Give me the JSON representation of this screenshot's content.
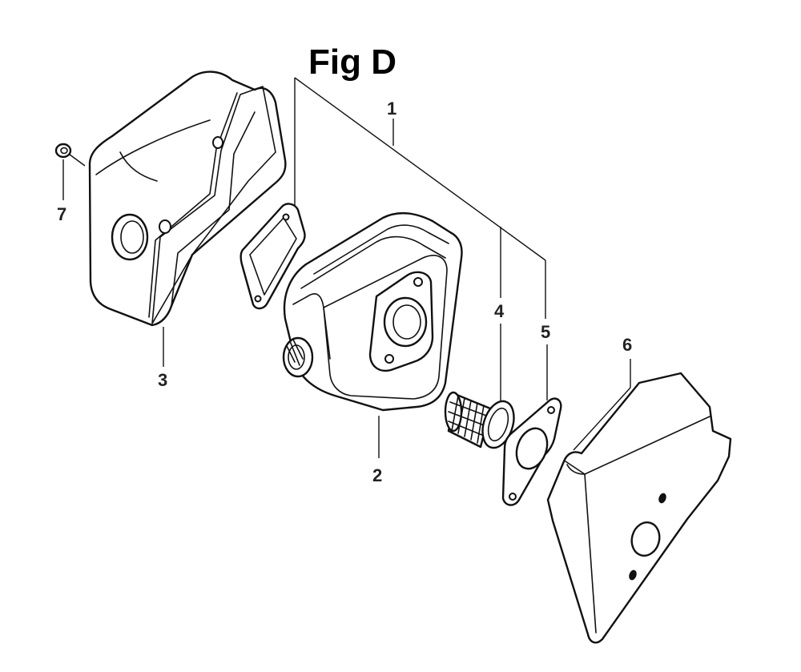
{
  "figure": {
    "title": "Fig D",
    "ink_color": "#111111",
    "background": "#ffffff"
  },
  "callouts": [
    {
      "id": "1",
      "label": "1"
    },
    {
      "id": "2",
      "label": "2"
    },
    {
      "id": "3",
      "label": "3"
    },
    {
      "id": "4",
      "label": "4"
    },
    {
      "id": "5",
      "label": "5"
    },
    {
      "id": "6",
      "label": "6"
    },
    {
      "id": "7",
      "label": "7"
    }
  ]
}
